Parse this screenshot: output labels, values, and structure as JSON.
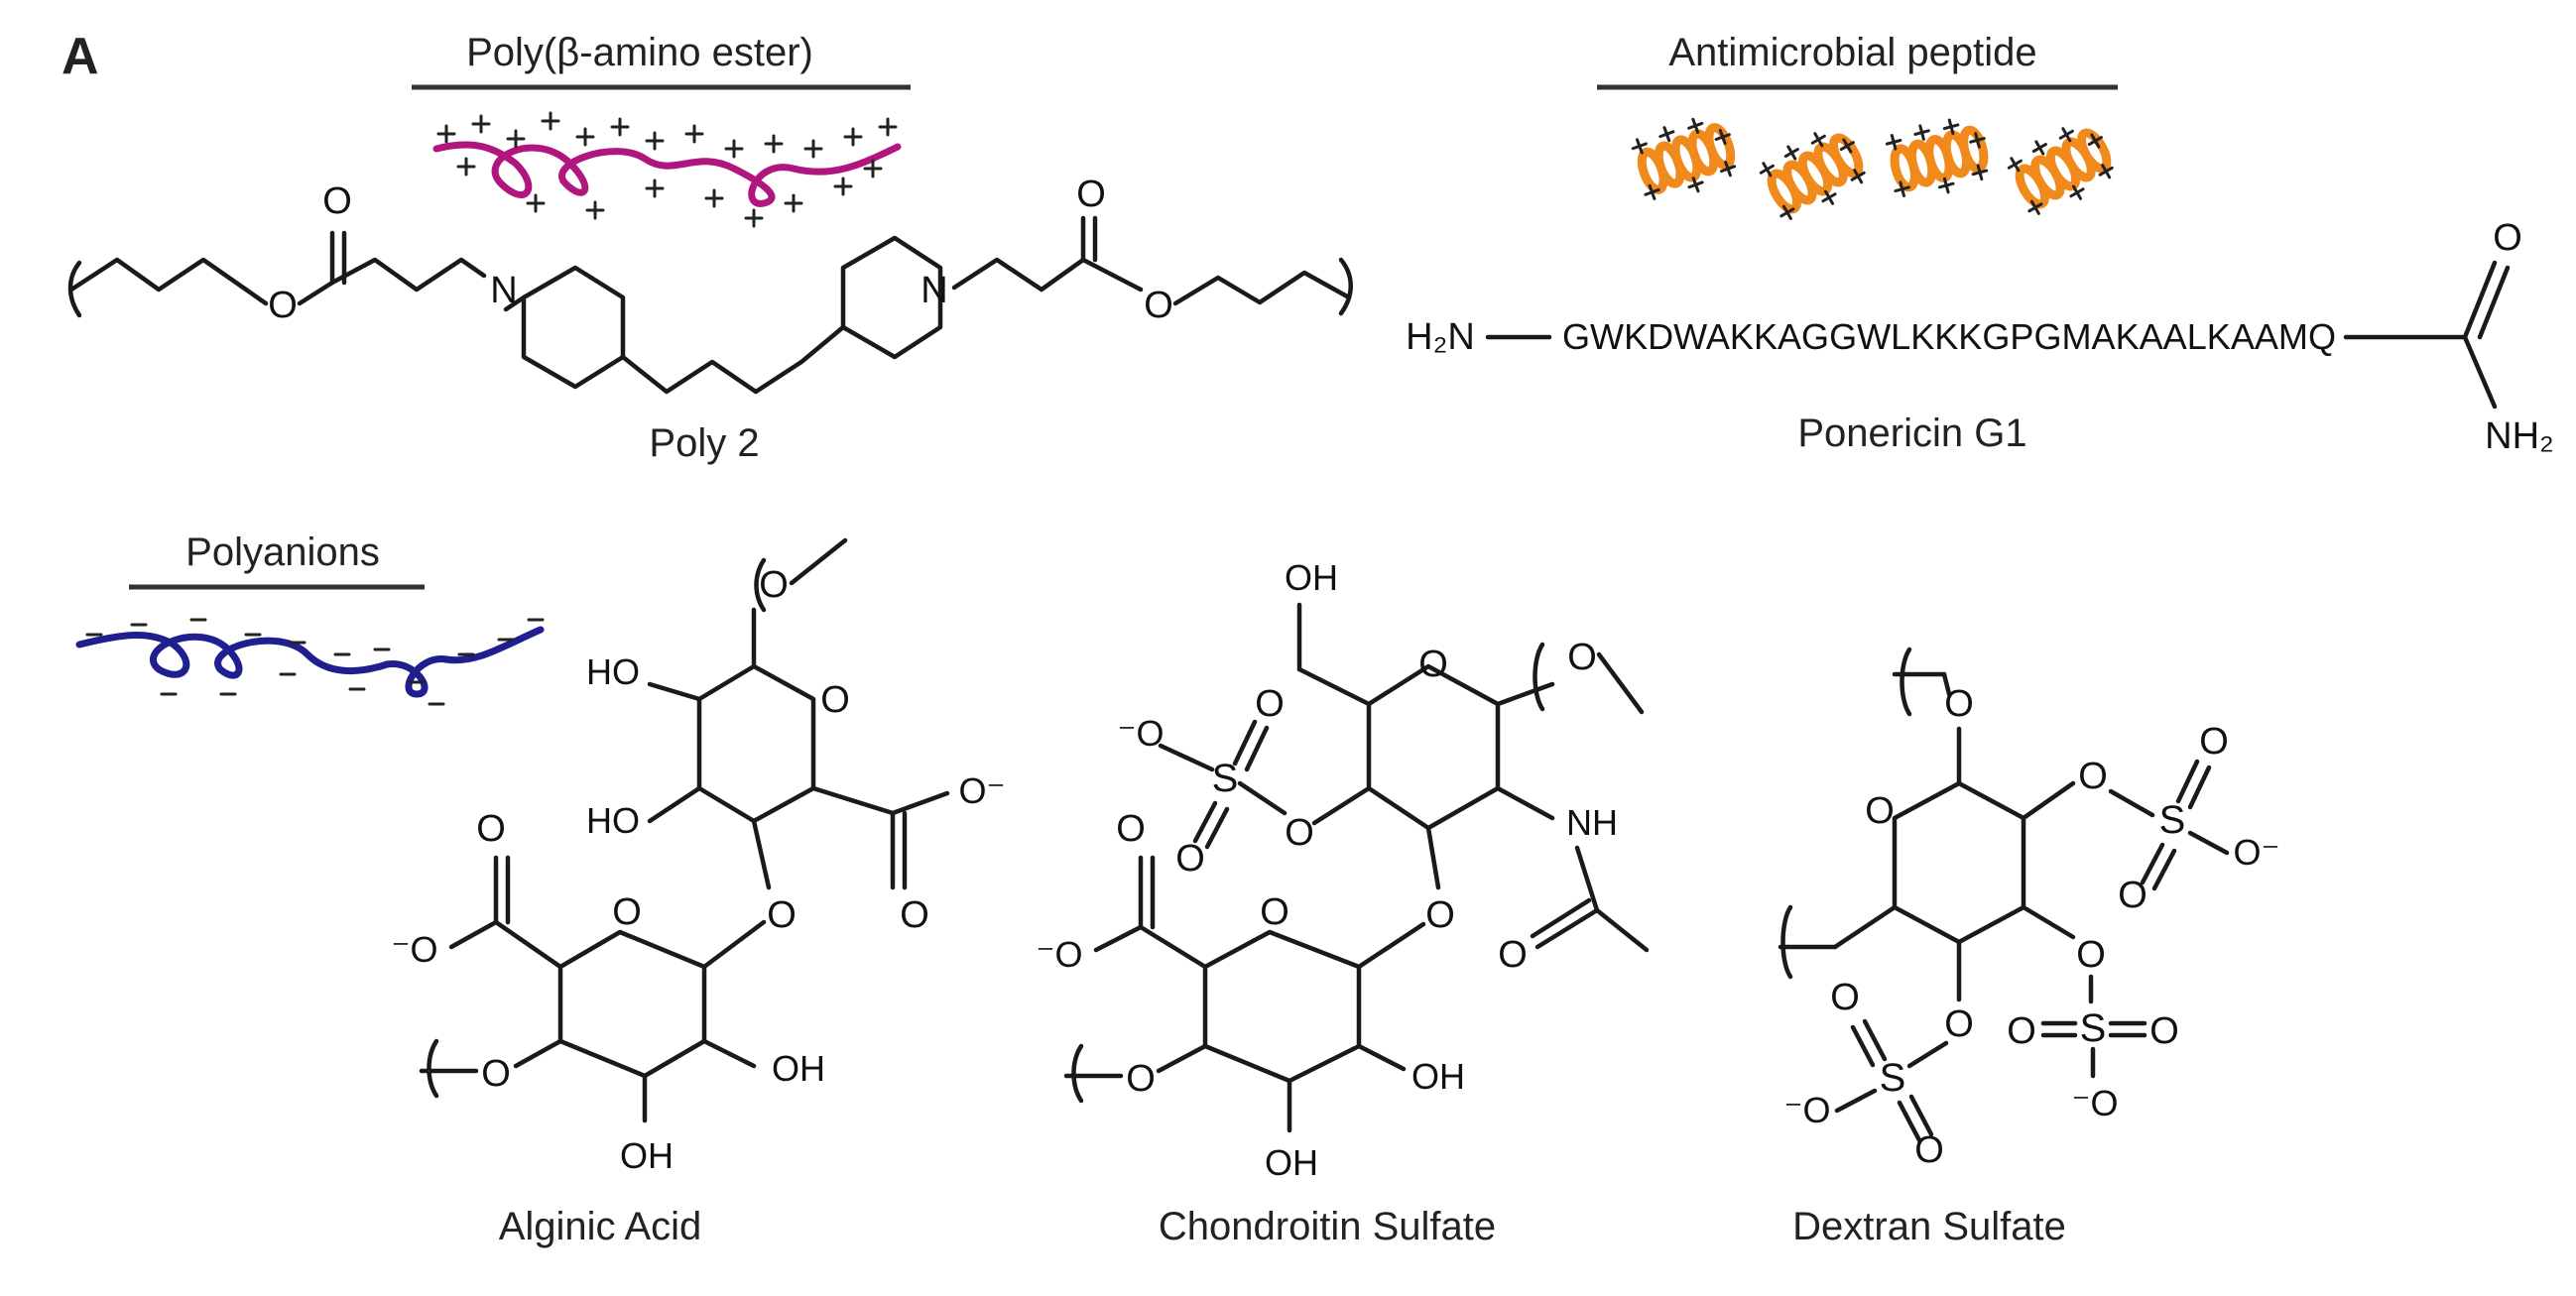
{
  "panel_label": "A",
  "headers": {
    "pbae": "Poly(β-amino ester)",
    "amp": "Antimicrobial peptide",
    "polyanions": "Polyanions"
  },
  "compounds": {
    "poly2": "Poly 2",
    "ponericin": "Ponericin G1",
    "alginic": "Alginic Acid",
    "chondroitin": "Chondroitin Sulfate",
    "dextran": "Dextran Sulfate"
  },
  "peptide": {
    "n_term": "H₂N",
    "sequence": "GWKDWAKKAGGWLKKKGPGMAKAALKAAMQ",
    "c_term_o": "O",
    "c_term_nh2": "NH₂"
  },
  "atoms": {
    "O": "O",
    "N": "N",
    "HO": "HO",
    "OH": "OH",
    "NH": "NH",
    "S": "S",
    "O_minus": "⁻O",
    "O_minus_r": "O⁻"
  },
  "colors": {
    "pbae_coil": "#b0167e",
    "amp_helix": "#f08a1c",
    "polyanion_coil": "#1f1f8f"
  }
}
